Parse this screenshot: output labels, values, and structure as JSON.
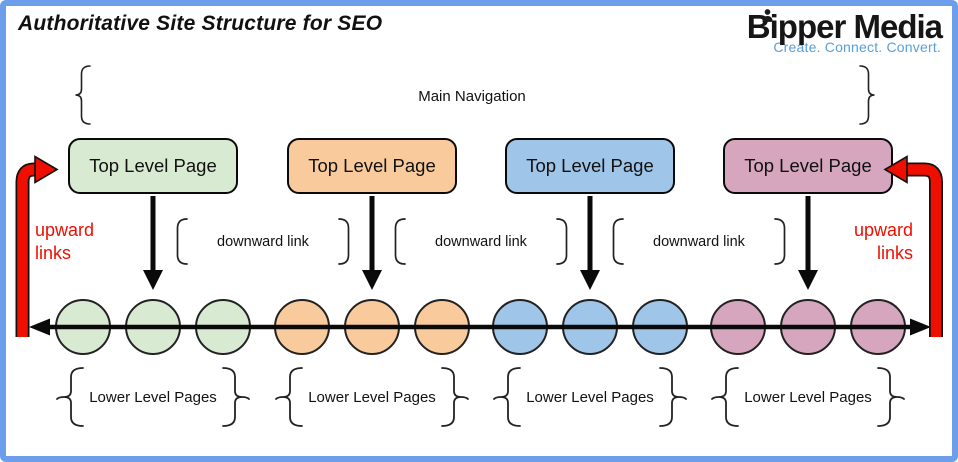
{
  "title": "Authoritative Site Structure for SEO",
  "logo": {
    "brand": "Bipper Media",
    "tagline": "Create. Connect. Convert."
  },
  "main_navigation": {
    "label": "Main Navigation"
  },
  "top_level_pages": [
    {
      "label": "Top Level Page",
      "color": "#d9ead3"
    },
    {
      "label": "Top Level Page",
      "color": "#f9cb9c"
    },
    {
      "label": "Top Level Page",
      "color": "#9fc5e8"
    },
    {
      "label": "Top Level Page",
      "color": "#d5a6bd"
    }
  ],
  "downward_links": [
    {
      "label": "downward link"
    },
    {
      "label": "downward link"
    },
    {
      "label": "downward link"
    }
  ],
  "upward_links": [
    {
      "side": "left",
      "label": "upward\nlinks"
    },
    {
      "side": "right",
      "label": "upward\nlinks"
    }
  ],
  "lower_level_groups": [
    {
      "label": "Lower Level Pages",
      "circle_color": "#d9ead3",
      "circle_count": 3
    },
    {
      "label": "Lower Level Pages",
      "circle_color": "#f9cb9c",
      "circle_count": 3
    },
    {
      "label": "Lower Level Pages",
      "circle_color": "#9fc5e8",
      "circle_count": 3
    },
    {
      "label": "Lower Level Pages",
      "circle_color": "#d5a6bd",
      "circle_count": 3
    }
  ],
  "colors": {
    "frame": "#6d9eeb",
    "red": "#ee0f00",
    "tagline": "#58a0d8",
    "green": "#d9ead3",
    "orange": "#f9cb9c",
    "blue": "#9fc5e8",
    "purple": "#d5a6bd",
    "ink": "#111111"
  }
}
